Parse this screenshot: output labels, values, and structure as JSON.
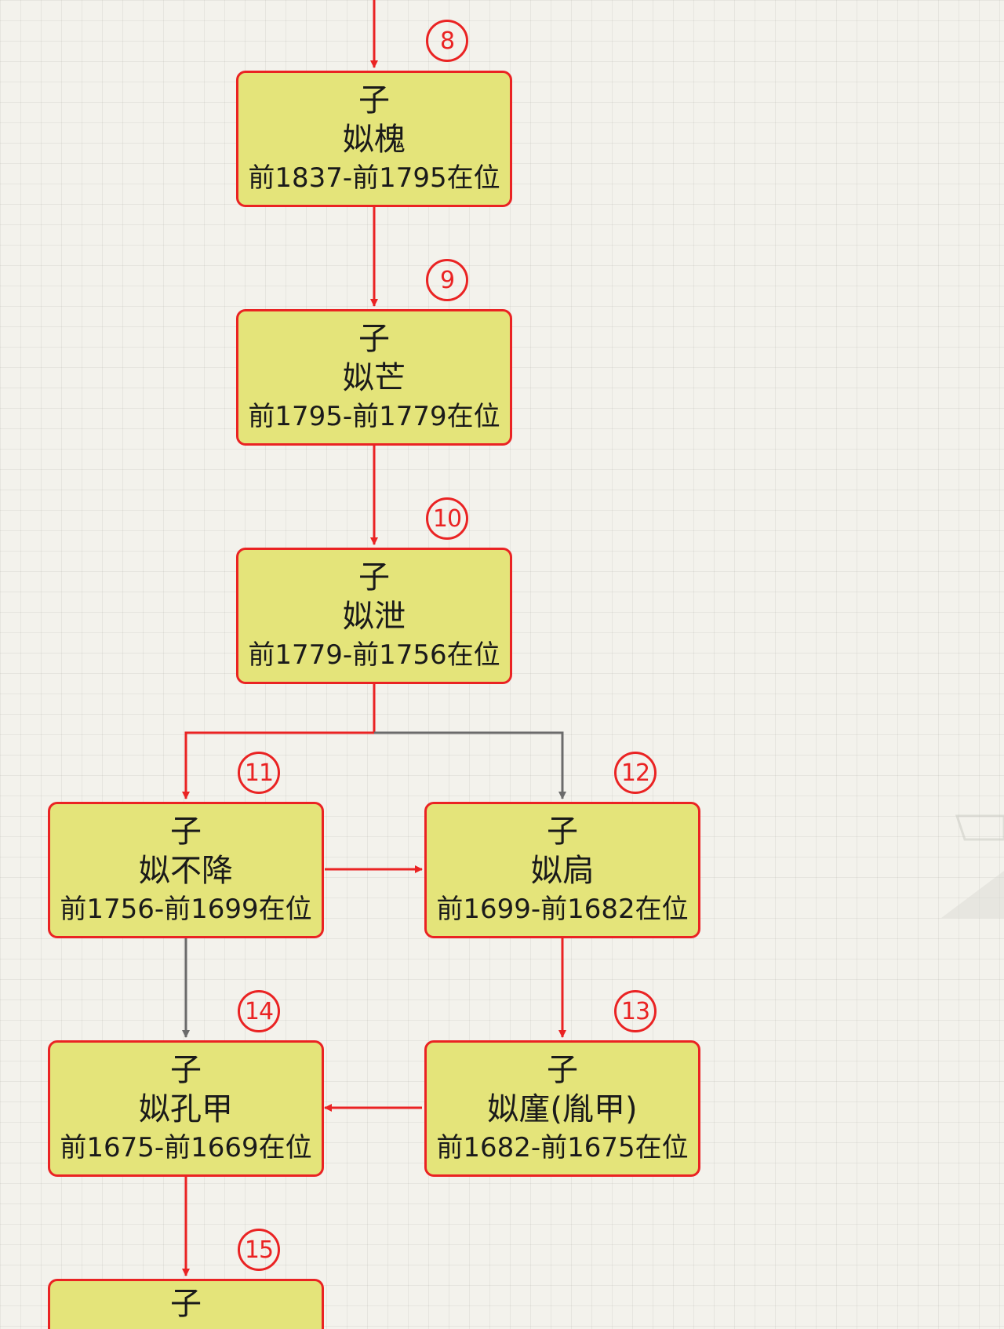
{
  "nodes": [
    {
      "id": "n8",
      "relation": "子",
      "name": "姒槐",
      "reign": "前1837-前1795在位"
    },
    {
      "id": "n9",
      "relation": "子",
      "name": "姒芒",
      "reign": "前1795-前1779在位"
    },
    {
      "id": "n10",
      "relation": "子",
      "name": "姒泄",
      "reign": "前1779-前1756在位"
    },
    {
      "id": "n11",
      "relation": "子",
      "name": "姒不降",
      "reign": "前1756-前1699在位"
    },
    {
      "id": "n12",
      "relation": "子",
      "name": "姒扃",
      "reign": "前1699-前1682在位"
    },
    {
      "id": "n13",
      "relation": "子",
      "name": "姒廑(胤甲)",
      "reign": "前1682-前1675在位"
    },
    {
      "id": "n14",
      "relation": "子",
      "name": "姒孔甲",
      "reign": "前1675-前1669在位"
    },
    {
      "id": "n15",
      "relation": "子"
    }
  ],
  "badges": [
    "8",
    "9",
    "10",
    "11",
    "12",
    "13",
    "14",
    "15"
  ],
  "colors": {
    "node_fill": "#e4e47a",
    "node_border": "#ea2323",
    "succession_arrow": "#ea2323",
    "lineage_arrow": "#6b6b6b",
    "badge": "#ea2323"
  }
}
